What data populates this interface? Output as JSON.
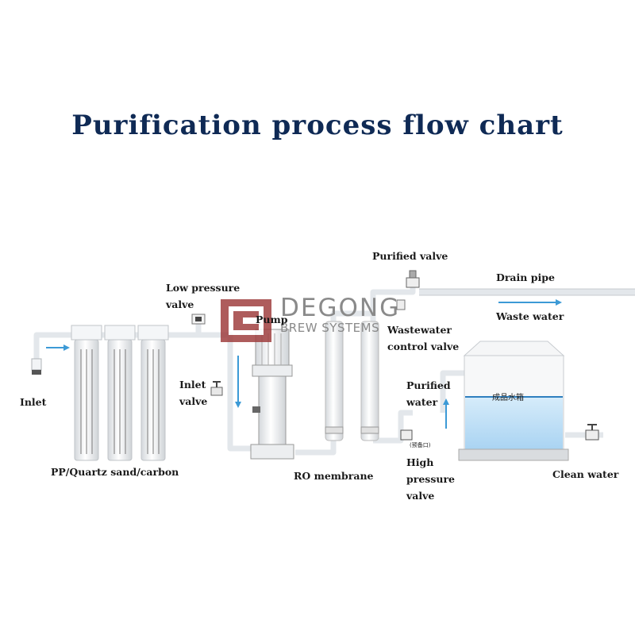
{
  "title": "Purification process flow chart",
  "logo": {
    "name": "DEGONG",
    "sub": "BREW SYSTEMS"
  },
  "tank_label_cn": "成品水箱",
  "pump_tag_cn": "(预备口)",
  "labels": {
    "inlet": "Inlet",
    "filters": "PP/Quartz sand/carbon",
    "low_pressure_valve": [
      "Low pressure",
      "valve"
    ],
    "pump": "Pump",
    "inlet_valve": [
      "Inlet",
      "valve"
    ],
    "ro_membrane": "RO membrane",
    "purified_valve": "Purified valve",
    "drain_pipe": "Drain pipe",
    "waste_water": "Waste water",
    "wastewater_control_valve": [
      "Wastewater",
      "control valve"
    ],
    "purified_water": [
      "Purified",
      "water"
    ],
    "high_pressure_valve": [
      "High",
      "pressure",
      "valve"
    ],
    "clean_water": "Clean water"
  },
  "colors": {
    "title": "#0f2a55",
    "arrow": "#3c9ad6",
    "pipe": "#e2e6ea",
    "water": "#bfe0f7",
    "logo": "#a04040"
  }
}
